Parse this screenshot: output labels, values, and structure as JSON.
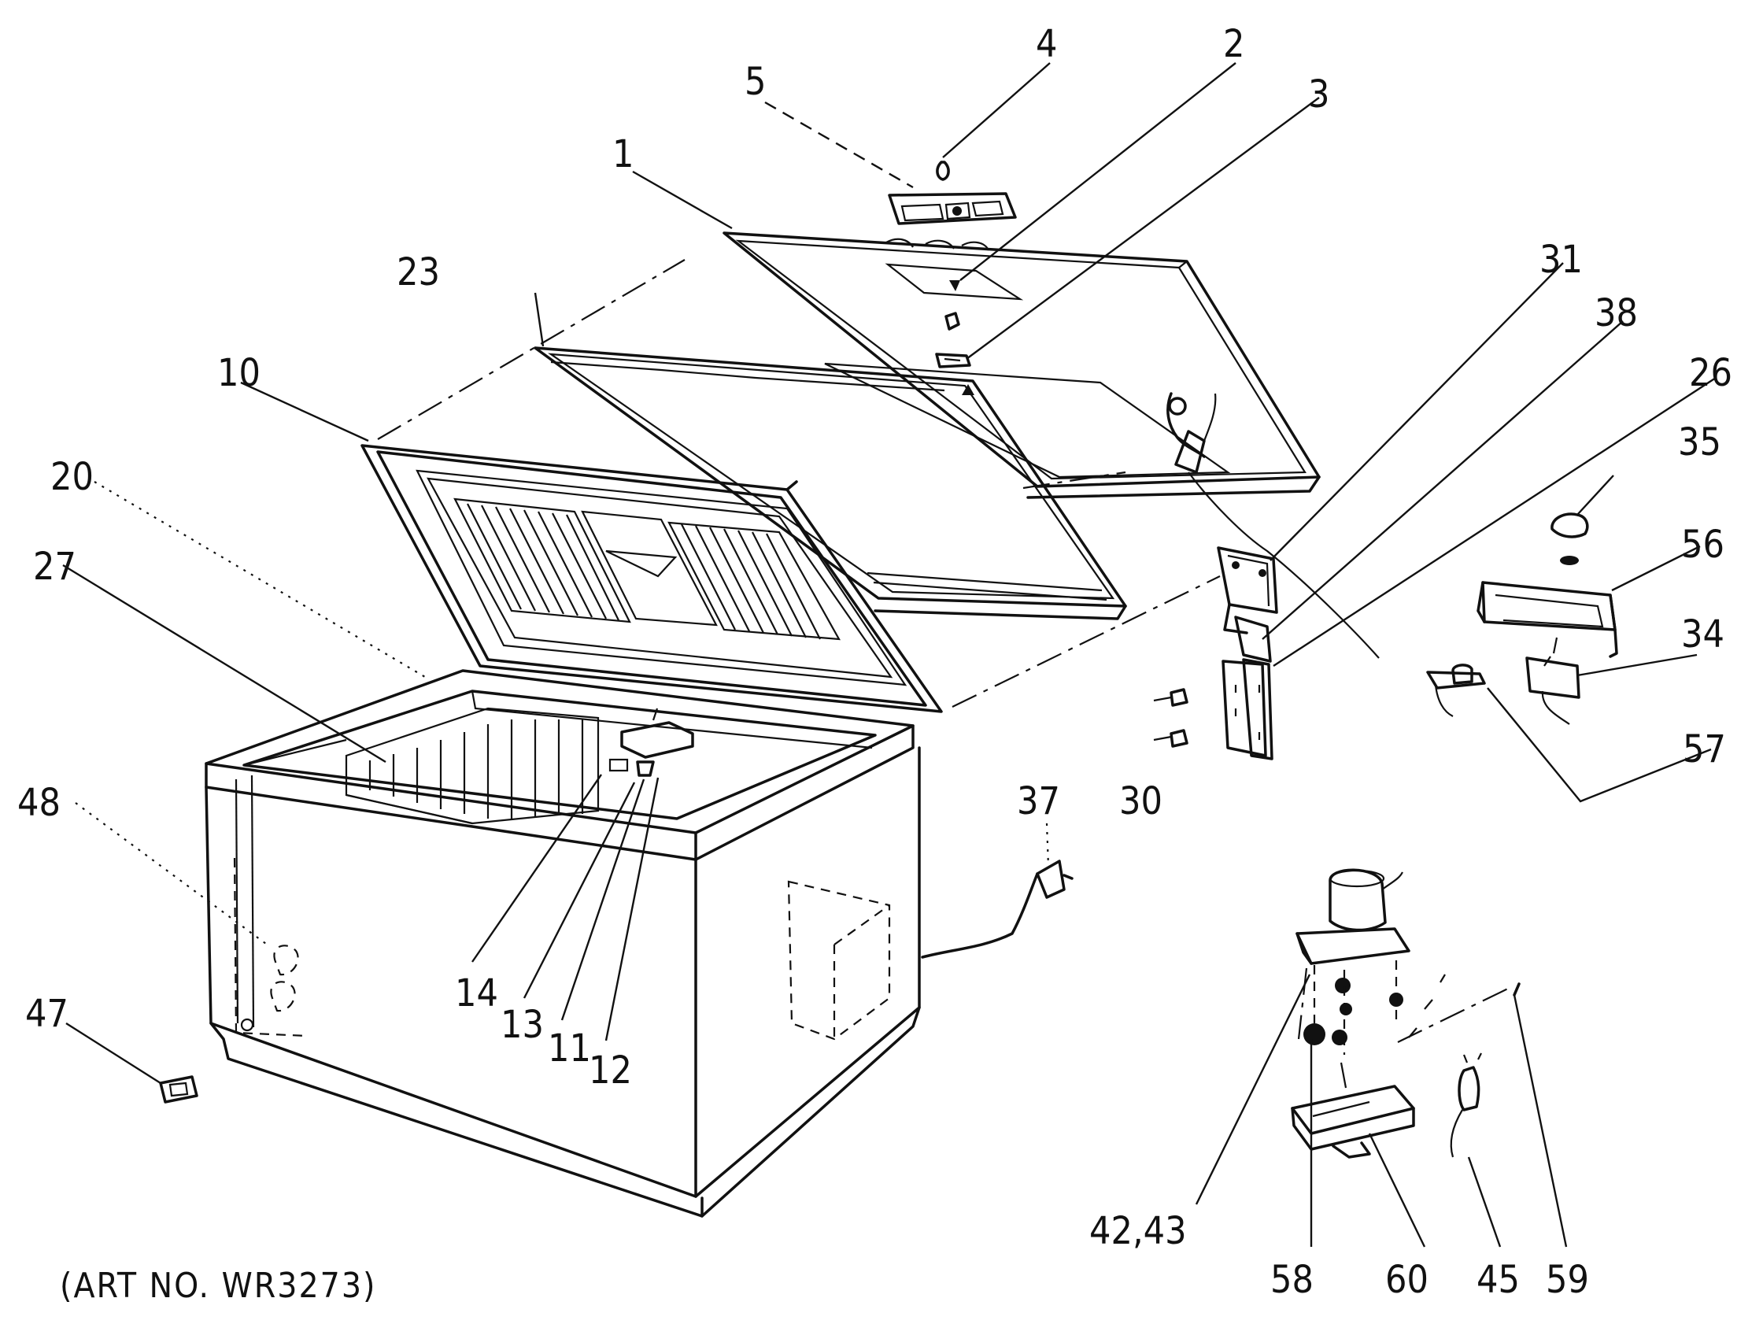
{
  "art_number": "(ART NO. WR3273)",
  "callouts": [
    {
      "id": "p1",
      "label": "1"
    },
    {
      "id": "p2",
      "label": "2"
    },
    {
      "id": "p3",
      "label": "3"
    },
    {
      "id": "p4",
      "label": "4"
    },
    {
      "id": "p5",
      "label": "5"
    },
    {
      "id": "p10",
      "label": "10"
    },
    {
      "id": "p11",
      "label": "11"
    },
    {
      "id": "p12",
      "label": "12"
    },
    {
      "id": "p13",
      "label": "13"
    },
    {
      "id": "p14",
      "label": "14"
    },
    {
      "id": "p20",
      "label": "20"
    },
    {
      "id": "p23",
      "label": "23"
    },
    {
      "id": "p26",
      "label": "26"
    },
    {
      "id": "p27",
      "label": "27"
    },
    {
      "id": "p30",
      "label": "30"
    },
    {
      "id": "p31",
      "label": "31"
    },
    {
      "id": "p34",
      "label": "34"
    },
    {
      "id": "p35",
      "label": "35"
    },
    {
      "id": "p37",
      "label": "37"
    },
    {
      "id": "p38",
      "label": "38"
    },
    {
      "id": "p42_43",
      "label": "42,43"
    },
    {
      "id": "p45",
      "label": "45"
    },
    {
      "id": "p47",
      "label": "47"
    },
    {
      "id": "p48",
      "label": "48"
    },
    {
      "id": "p56",
      "label": "56"
    },
    {
      "id": "p57",
      "label": "57"
    },
    {
      "id": "p58",
      "label": "58"
    },
    {
      "id": "p59",
      "label": "59"
    },
    {
      "id": "p60",
      "label": "60"
    }
  ]
}
